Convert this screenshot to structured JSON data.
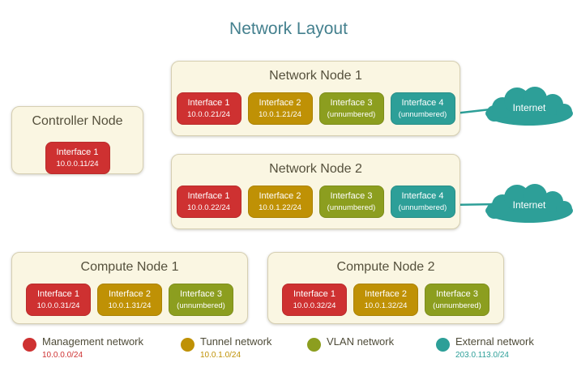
{
  "title": "Network Layout",
  "internet_label": "Internet",
  "colors": {
    "management": "#ce3131",
    "tunnel": "#bf9105",
    "vlan": "#8c9e1f",
    "external": "#2d9f98"
  },
  "nodes": {
    "controller": {
      "title": "Controller Node",
      "interfaces": [
        {
          "label": "Interface 1",
          "value": "10.0.0.11/24",
          "network": "management"
        }
      ]
    },
    "network1": {
      "title": "Network Node 1",
      "interfaces": [
        {
          "label": "Interface 1",
          "value": "10.0.0.21/24",
          "network": "management"
        },
        {
          "label": "Interface 2",
          "value": "10.0.1.21/24",
          "network": "tunnel"
        },
        {
          "label": "Interface 3",
          "value": "(unnumbered)",
          "network": "vlan"
        },
        {
          "label": "Interface 4",
          "value": "(unnumbered)",
          "network": "external"
        }
      ]
    },
    "network2": {
      "title": "Network Node 2",
      "interfaces": [
        {
          "label": "Interface 1",
          "value": "10.0.0.22/24",
          "network": "management"
        },
        {
          "label": "Interface 2",
          "value": "10.0.1.22/24",
          "network": "tunnel"
        },
        {
          "label": "Interface 3",
          "value": "(unnumbered)",
          "network": "vlan"
        },
        {
          "label": "Interface 4",
          "value": "(unnumbered)",
          "network": "external"
        }
      ]
    },
    "compute1": {
      "title": "Compute Node 1",
      "interfaces": [
        {
          "label": "Interface 1",
          "value": "10.0.0.31/24",
          "network": "management"
        },
        {
          "label": "Interface 2",
          "value": "10.0.1.31/24",
          "network": "tunnel"
        },
        {
          "label": "Interface 3",
          "value": "(unnumbered)",
          "network": "vlan"
        }
      ]
    },
    "compute2": {
      "title": "Compute Node 2",
      "interfaces": [
        {
          "label": "Interface 1",
          "value": "10.0.0.32/24",
          "network": "management"
        },
        {
          "label": "Interface 2",
          "value": "10.0.1.32/24",
          "network": "tunnel"
        },
        {
          "label": "Interface 3",
          "value": "(unnumbered)",
          "network": "vlan"
        }
      ]
    }
  },
  "legend": [
    {
      "label": "Management network",
      "value": "10.0.0.0/24",
      "network": "management"
    },
    {
      "label": "Tunnel network",
      "value": "10.0.1.0/24",
      "network": "tunnel"
    },
    {
      "label": "VLAN network",
      "value": "",
      "network": "vlan"
    },
    {
      "label": "External network",
      "value": "203.0.113.0/24",
      "network": "external"
    }
  ]
}
